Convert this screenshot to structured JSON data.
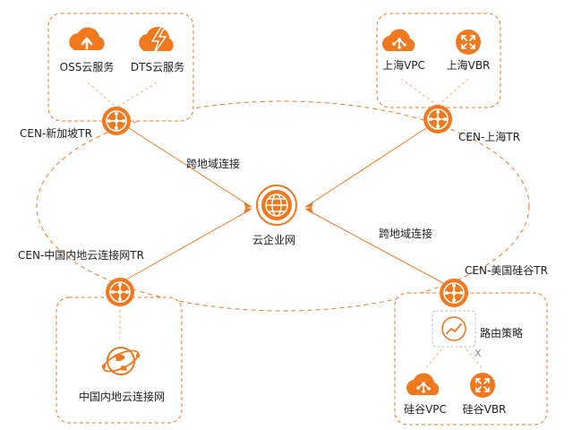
{
  "colors": {
    "accent": "#F0781E",
    "accent_light": "#F5A05A",
    "text": "#222222",
    "policy_border": "#BFBFBF",
    "x_mark": "#888888"
  },
  "labels": {
    "oss_service": "OSS云服务",
    "dts_service": "DTS云服务",
    "shanghai_vpc": "上海VPC",
    "shanghai_vbr": "上海VBR",
    "cen_singapore_tr": "CEN-新加坡TR",
    "cen_shanghai_tr": "CEN-上海TR",
    "cross_region_top": "跨地域连接",
    "cen_center": "云企业网",
    "cross_region_bottom": "跨地域连接",
    "cen_china_tr": "CEN-中国内地云连接网TR",
    "cen_siliconvalley_tr": "CEN-美国硅谷TR",
    "route_policy": "路由策略",
    "blocked_mark": "X",
    "china_cloud_network": "中国内地云连接网",
    "siliconvalley_vpc": "硅谷VPC",
    "siliconvalley_vbr": "硅谷VBR"
  },
  "icons": {
    "oss": "cloud-upload-icon",
    "dts": "cloud-lightning-icon",
    "vpc": "cloud-network-icon",
    "vbr": "router-arrows-icon",
    "tr": "transit-router-icon",
    "cen": "globe-icon",
    "policy": "route-policy-chart-icon",
    "china_net": "satellite-globe-icon"
  }
}
